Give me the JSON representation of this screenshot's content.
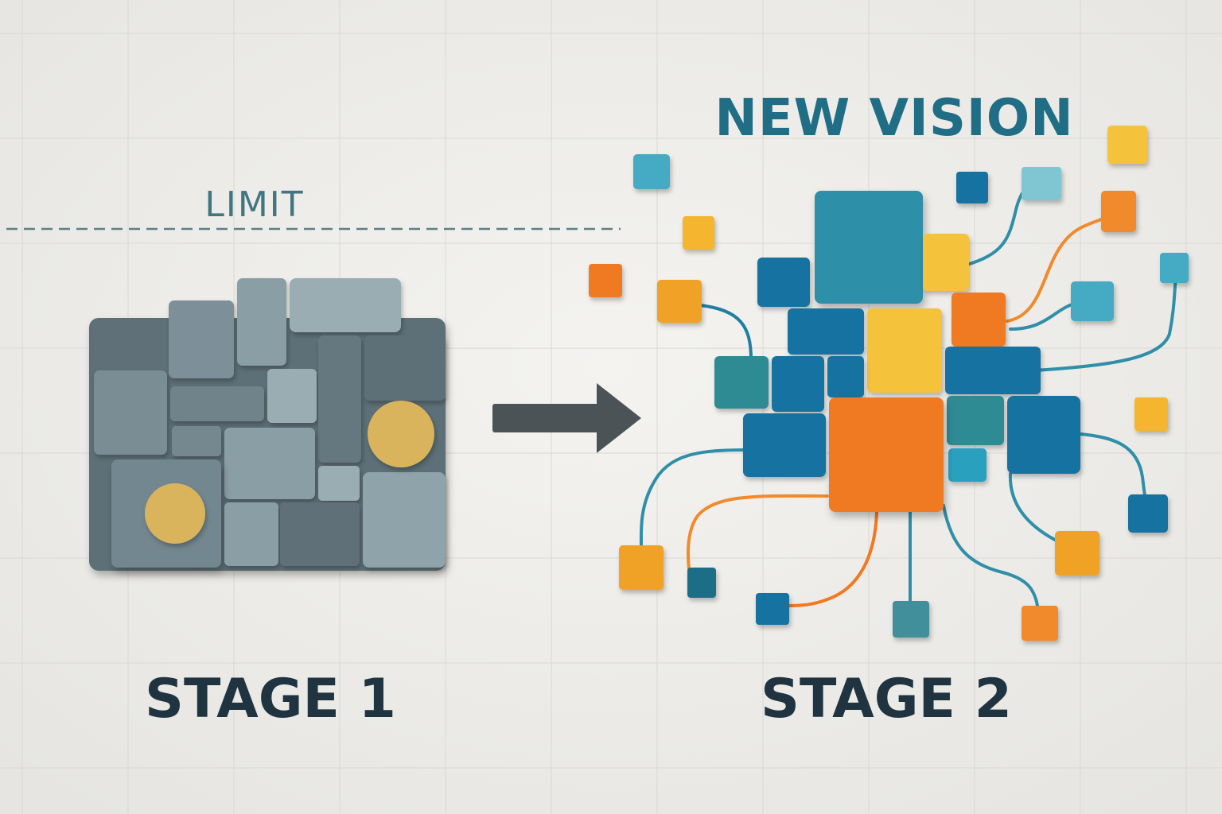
{
  "labels": {
    "limit": "LIMIT",
    "new_vision": "NEW VISION",
    "stage1": "STAGE 1",
    "stage2": "STAGE 2"
  },
  "colors": {
    "background": "#ecebe8",
    "grid": "#d9d8d4",
    "limit_text": "#3f7680",
    "limit_line": "#5f7e86",
    "title_blue": "#1f6e86",
    "stage_text": "#1f3340",
    "arrow": "#4b5357",
    "slate_dark": "#5d6f77",
    "slate_mid": "#778b93",
    "slate_light": "#9aadb3",
    "gold": "#d9b45c",
    "blue": "#1572a0",
    "teal": "#2f8a93",
    "light_teal": "#45aac3",
    "yellow": "#f5c23b",
    "amber": "#f0a225",
    "orange": "#f07a22"
  }
}
